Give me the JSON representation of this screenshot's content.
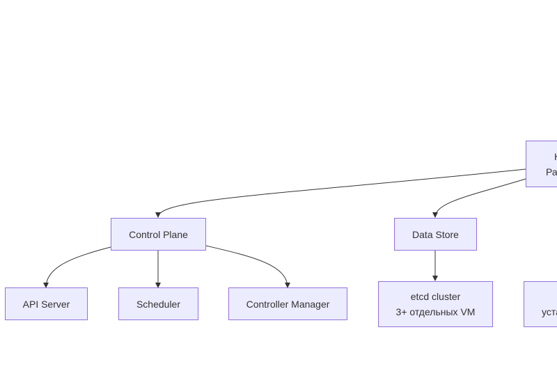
{
  "colors": {
    "node_fill": "#ECECFF",
    "node_stroke": "#9370DB",
    "edge": "#333333"
  },
  "nodes": {
    "root": {
      "line1": "К",
      "line2": "Раз"
    },
    "control_plane": "Control Plane",
    "data_store": "Data Store",
    "api_server": "API Server",
    "scheduler": "Scheduler",
    "controller_manager": "Controller Manager",
    "etcd": {
      "line1": "etcd cluster",
      "line2": "3+ отдельных VM"
    },
    "right_bottom": {
      "line1": "",
      "line2": "уста"
    }
  }
}
